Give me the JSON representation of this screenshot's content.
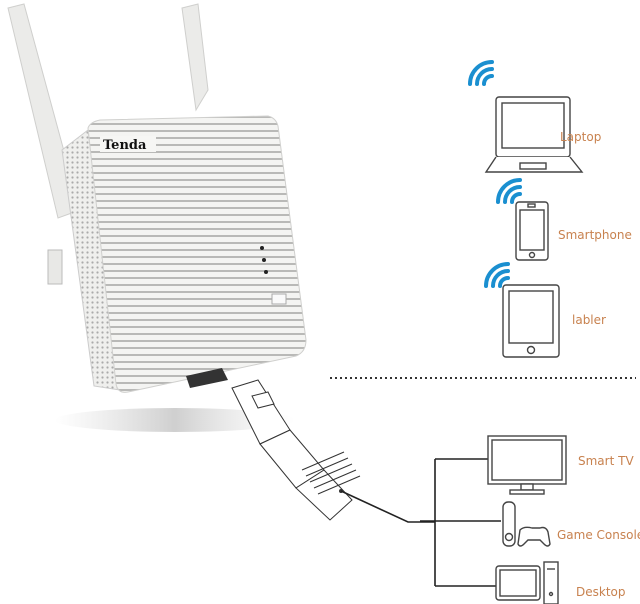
{
  "device": {
    "brand": "Tenda",
    "type": "wifi-range-extender",
    "antennas": 2
  },
  "wireless_devices": [
    {
      "id": "laptop",
      "label": "Laptop",
      "icon": "laptop-icon",
      "connection": "wifi"
    },
    {
      "id": "smartphone",
      "label": "Smartphone",
      "icon": "smartphone-icon",
      "connection": "wifi"
    },
    {
      "id": "tablet",
      "label": "labler",
      "icon": "tablet-icon",
      "connection": "wifi"
    }
  ],
  "wired_devices": [
    {
      "id": "smart-tv",
      "label": "Smart TV",
      "icon": "tv-icon",
      "connection": "ethernet"
    },
    {
      "id": "game-console",
      "label": "Game Console",
      "icon": "game-console-icon",
      "connection": "ethernet"
    },
    {
      "id": "desktop",
      "label": "Desktop",
      "icon": "desktop-icon",
      "connection": "ethernet"
    }
  ],
  "colors": {
    "label": "#c8824f",
    "wifi": "#1a8fd0",
    "line": "#222222",
    "device": "#f2f2f0"
  }
}
